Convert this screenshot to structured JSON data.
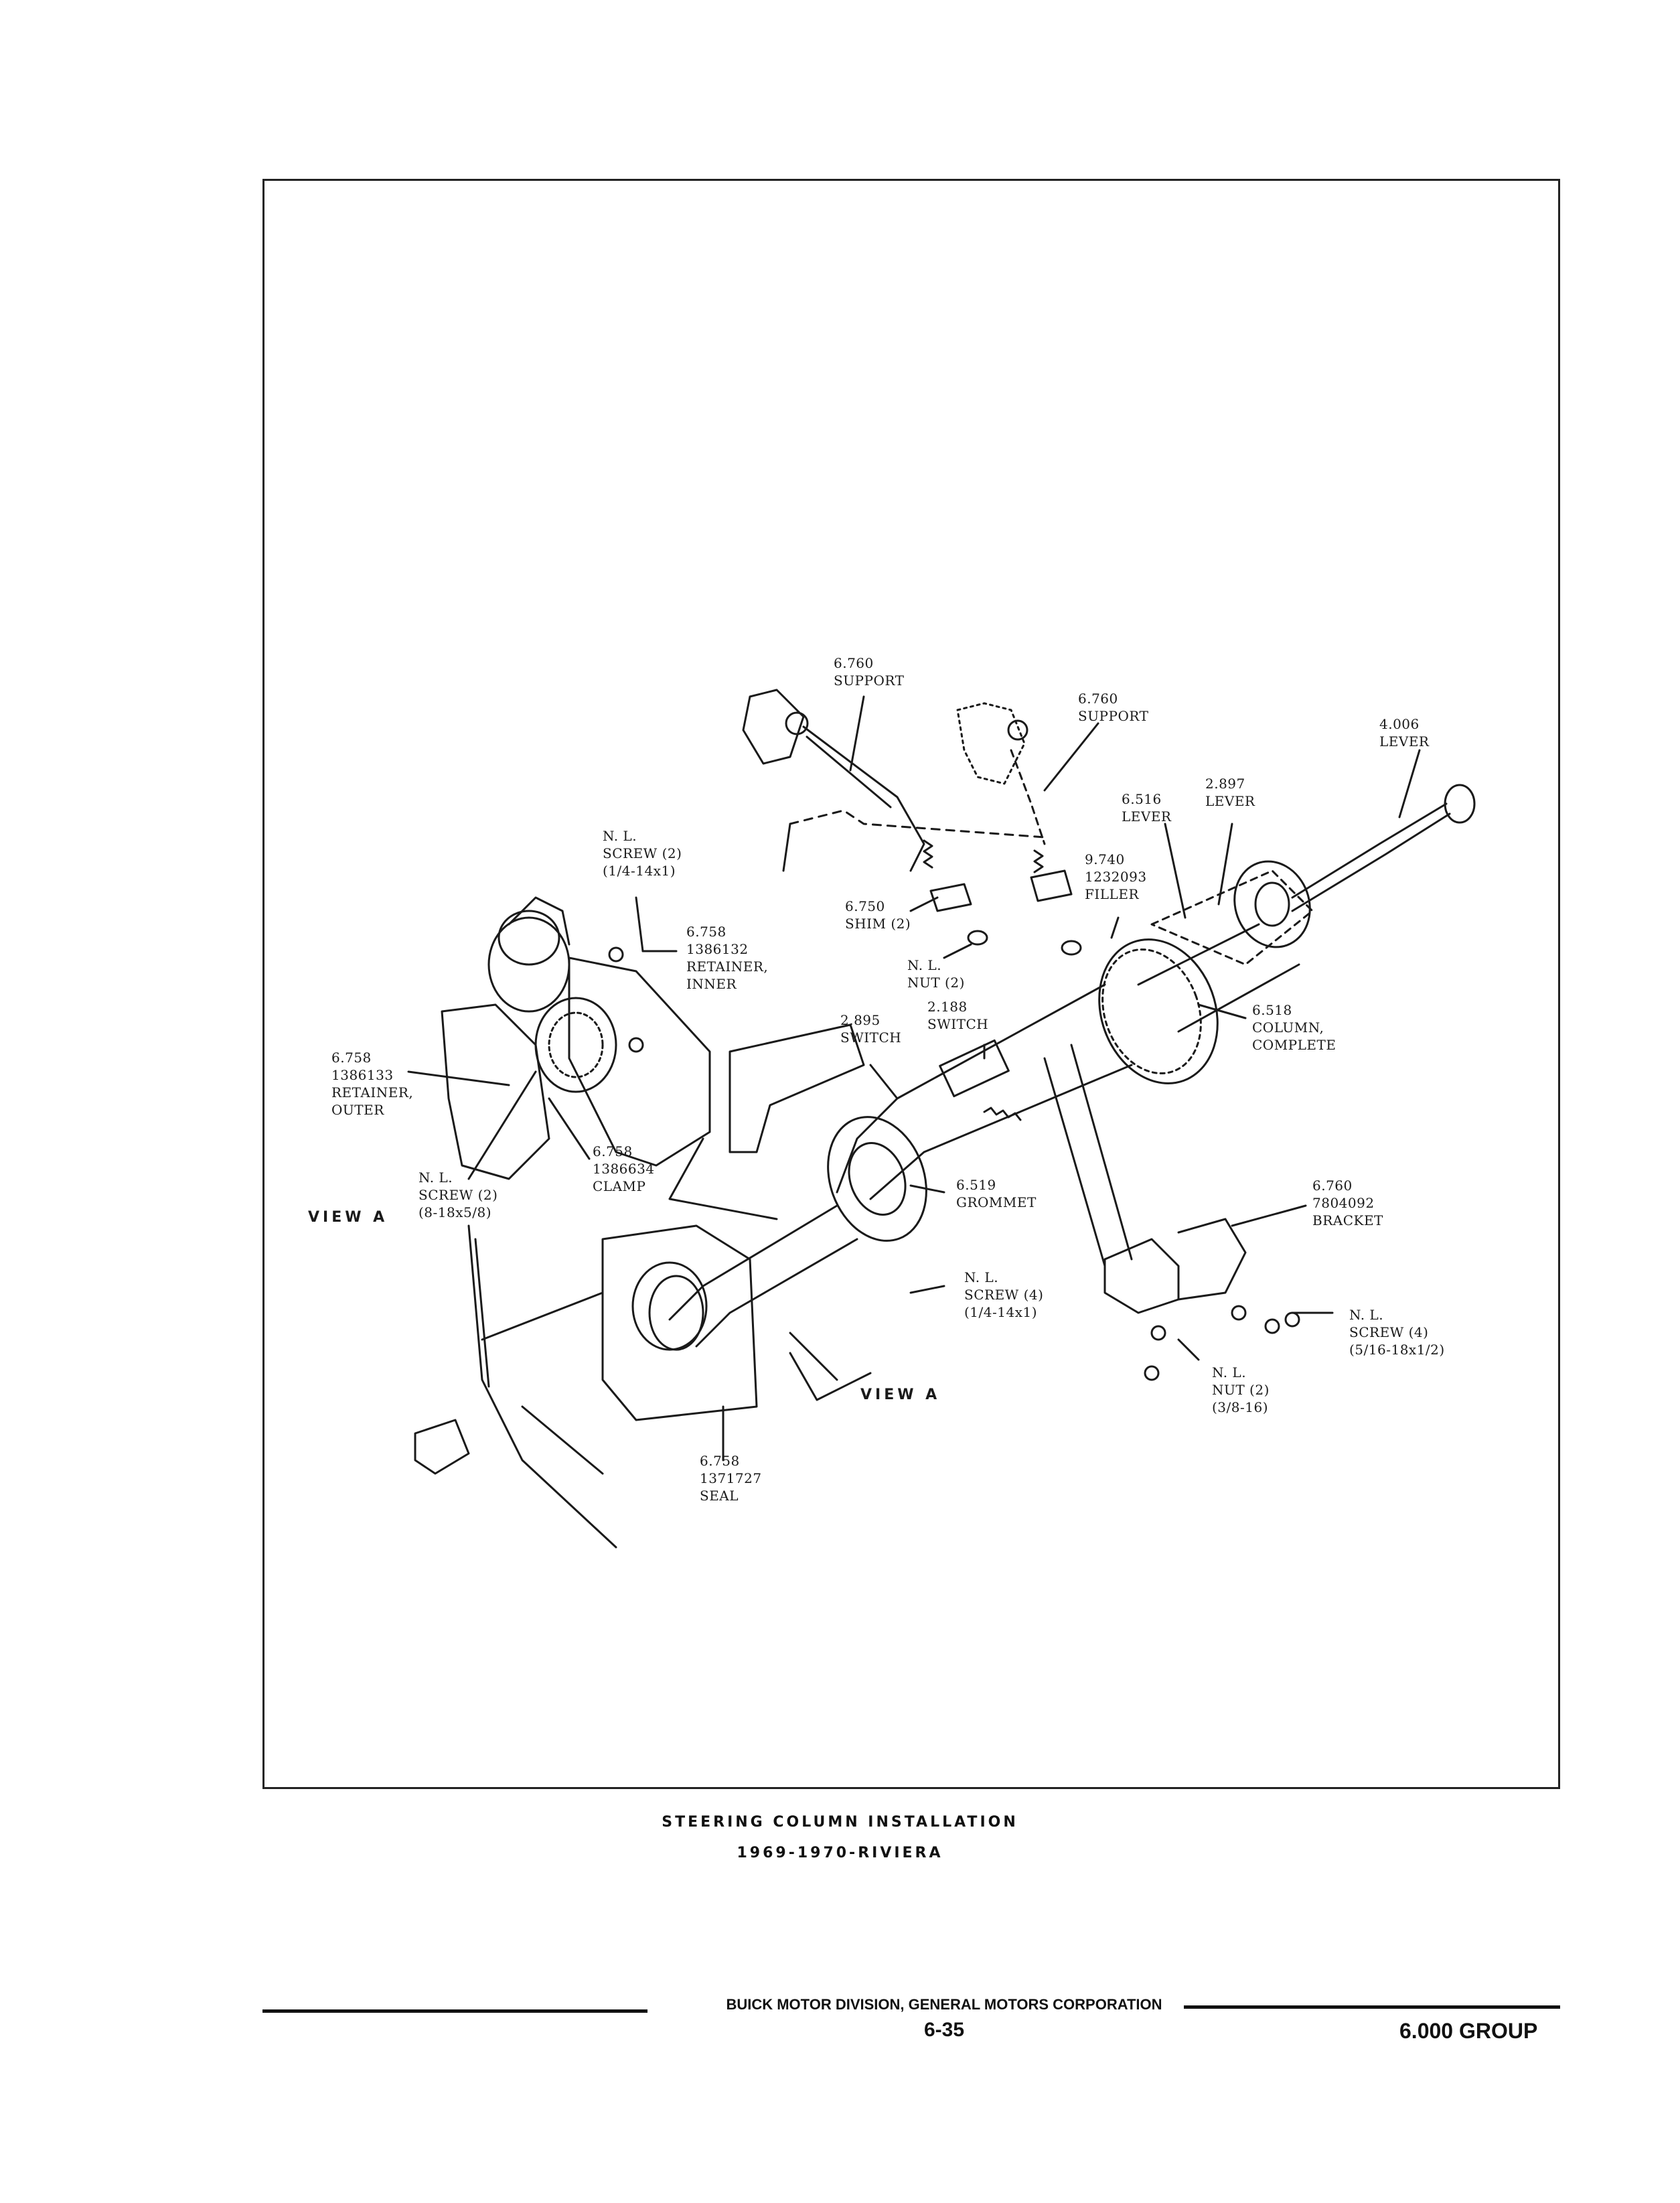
{
  "callouts": [
    {
      "id": "support-upper-left",
      "lines": [
        "6.760",
        "SUPPORT"
      ]
    },
    {
      "id": "support-upper-right",
      "lines": [
        "6.760",
        "SUPPORT"
      ]
    },
    {
      "id": "lever-4006",
      "lines": [
        "4.006",
        "LEVER"
      ]
    },
    {
      "id": "lever-2897",
      "lines": [
        "2.897",
        "LEVER"
      ]
    },
    {
      "id": "lever-6516",
      "lines": [
        "6.516",
        "LEVER"
      ]
    },
    {
      "id": "filler",
      "lines": [
        "9.740",
        "1232093",
        "FILLER"
      ]
    },
    {
      "id": "shim",
      "lines": [
        "6.750",
        "SHIM (2)"
      ]
    },
    {
      "id": "nut-upper",
      "lines": [
        "N. L.",
        "NUT (2)"
      ]
    },
    {
      "id": "switch-2188",
      "lines": [
        "2.188",
        "SWITCH"
      ]
    },
    {
      "id": "switch-2895",
      "lines": [
        "2.895",
        "SWITCH"
      ]
    },
    {
      "id": "column-complete",
      "lines": [
        "6.518",
        "COLUMN,",
        "COMPLETE"
      ]
    },
    {
      "id": "screw-view-a-upper",
      "lines": [
        "N. L.",
        "SCREW (2)",
        "(1/4-14x1)"
      ]
    },
    {
      "id": "retainer-inner",
      "lines": [
        "6.758",
        "1386132",
        "RETAINER,",
        "INNER"
      ]
    },
    {
      "id": "retainer-outer",
      "lines": [
        "6.758",
        "1386133",
        "RETAINER,",
        "OUTER"
      ]
    },
    {
      "id": "clamp",
      "lines": [
        "6.758",
        "1386634",
        "CLAMP"
      ]
    },
    {
      "id": "screw-view-a-lower",
      "lines": [
        "N. L.",
        "SCREW (2)",
        "(8-18x5/8)"
      ]
    },
    {
      "id": "grommet",
      "lines": [
        "6.519",
        "GROMMET"
      ]
    },
    {
      "id": "bracket",
      "lines": [
        "6.760",
        "7804092",
        "BRACKET"
      ]
    },
    {
      "id": "screw-center",
      "lines": [
        "N. L.",
        "SCREW (4)",
        "(1/4-14x1)"
      ]
    },
    {
      "id": "screw-right",
      "lines": [
        "N. L.",
        "SCREW (4)",
        "(5/16-18x1/2)"
      ]
    },
    {
      "id": "nut-lower",
      "lines": [
        "N. L.",
        "NUT (2)",
        "(3/8-16)"
      ]
    },
    {
      "id": "seal",
      "lines": [
        "6.758",
        "1371727",
        "SEAL"
      ]
    }
  ],
  "view_labels": {
    "left": "VIEW A",
    "center": "VIEW A"
  },
  "caption": {
    "line1": "STEERING COLUMN INSTALLATION",
    "line2": "1969-1970-RIVIERA"
  },
  "footer": {
    "company": "BUICK MOTOR DIVISION, GENERAL MOTORS CORPORATION",
    "page": "6-35",
    "group": "6.000 GROUP"
  }
}
